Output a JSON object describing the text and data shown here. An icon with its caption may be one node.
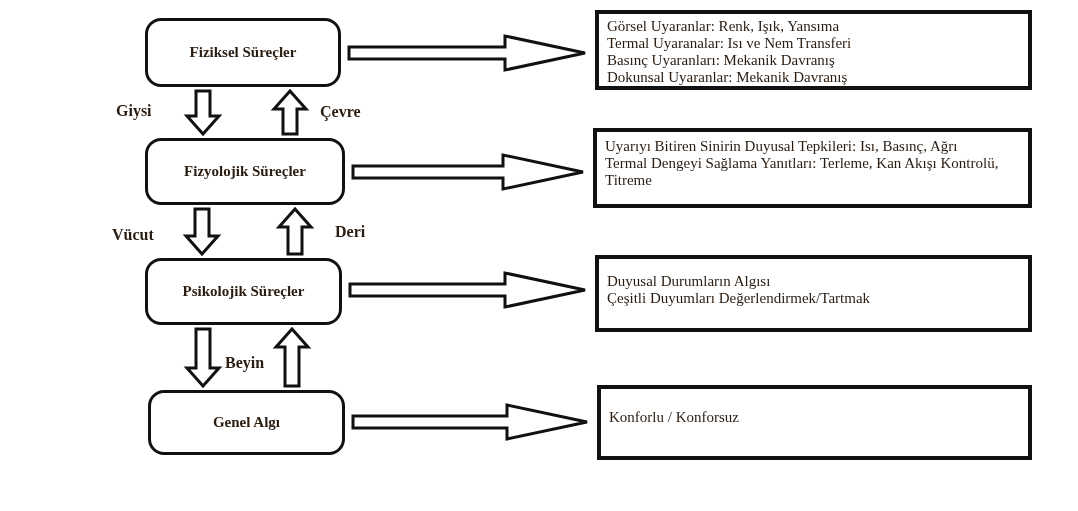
{
  "diagram": {
    "nodes": [
      {
        "text": [
          "Fiziksel Süreçler"
        ]
      },
      {
        "text": [
          "Fizyolojik Süreçler"
        ]
      },
      {
        "text": [
          "Psikolojik Süreçler"
        ]
      },
      {
        "text": [
          "Genel Algı"
        ]
      },
      {
        "text": [
          "Görsel Uyaranlar: Renk, Işık, Yansıma",
          "Termal Uyaranalar: Isı ve Nem Transferi",
          "Basınç Uyaranları: Mekanik Davranış",
          "Dokunsal Uyaranlar: Mekanik Davranış"
        ]
      },
      {
        "text": [
          "Uyarıyı Bitiren Sinirin Duyusal Tepkileri: Isı, Basınç, Ağrı",
          "Termal Dengeyi Sağlama Yanıtları: Terleme, Kan Akışı Kontrolü, Titreme"
        ]
      },
      {
        "text": [
          "Duyusal Durumların Algısı",
          "Çeşitli Duyumları Değerlendirmek/Tartmak"
        ]
      },
      {
        "text": [
          "Konforlu / Konforsuz"
        ]
      }
    ],
    "edges": [
      {
        "from": 0,
        "to": 4,
        "arrow": "to"
      },
      {
        "from": 0,
        "to": 1,
        "arrow": "to",
        "label": "Giysi"
      },
      {
        "from": 1,
        "to": 0,
        "arrow": "to",
        "label": "Çevre"
      },
      {
        "from": 1,
        "to": 5,
        "arrow": "to"
      },
      {
        "from": 1,
        "to": 2,
        "arrow": "to",
        "label": "Vücut"
      },
      {
        "from": 2,
        "to": 1,
        "arrow": "to",
        "label": "Deri"
      },
      {
        "from": 2,
        "to": 6,
        "arrow": "to"
      },
      {
        "from": 2,
        "to": 3,
        "arrow": "to",
        "label": "Beyin"
      },
      {
        "from": 3,
        "to": 2,
        "arrow": "to"
      },
      {
        "from": 3,
        "to": 7,
        "arrow": "to"
      }
    ]
  }
}
